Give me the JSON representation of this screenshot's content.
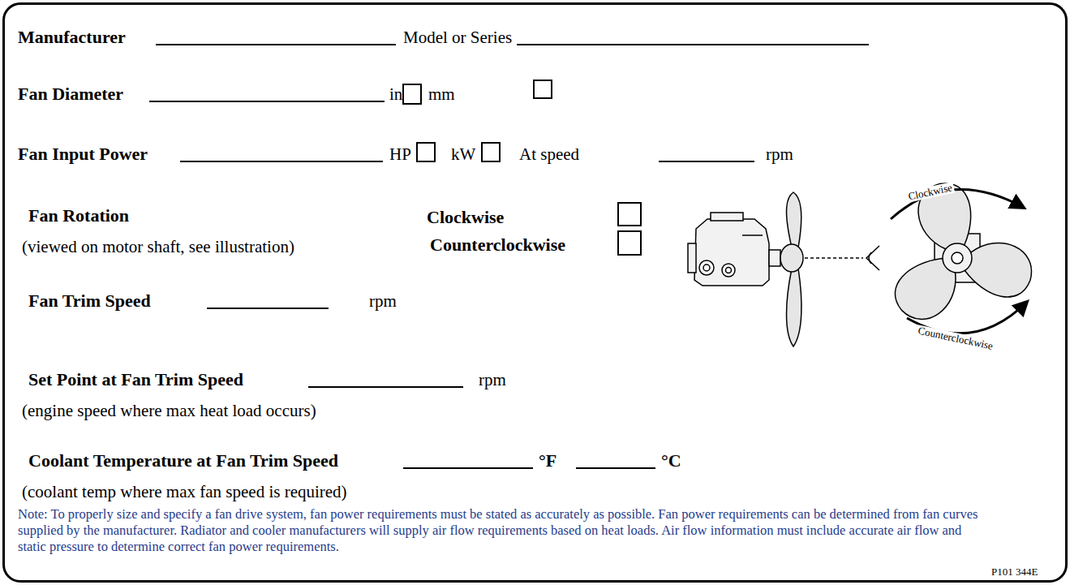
{
  "diagram": {
    "nodes": [
      {
        "text": [
          "Manufacturer",
          "Model or Series",
          "Fan Diameter",
          "in",
          "mm",
          "Fan Input Power",
          "HP",
          "kW",
          "At speed",
          "rpm",
          "Fan Rotation",
          "(viewed on motor shaft, see illustration)",
          "Clockwise",
          "Counterclockwise",
          "Fan Trim Speed",
          "rpm",
          "Set Point at Fan Trim Speed",
          "rpm",
          "(engine speed where max heat load occurs)",
          "Coolant Temperature at Fan Trim Speed",
          "°F",
          "°C",
          "(coolant temp where max fan speed is required)",
          "Note: To properly size and specify a fan drive system, fan power requirements must be stated as accurately as possible. Fan power requirements can be determined from fan curves supplied by the manufacturer. Radiator and cooler manufacturers will supply air flow requirements based on heat loads. Air flow information must include accurate air flow and static pressure to determine correct fan power requirements.",
          "P101 344E",
          "Clockwise",
          "Counterclockwise"
        ]
      }
    ]
  }
}
